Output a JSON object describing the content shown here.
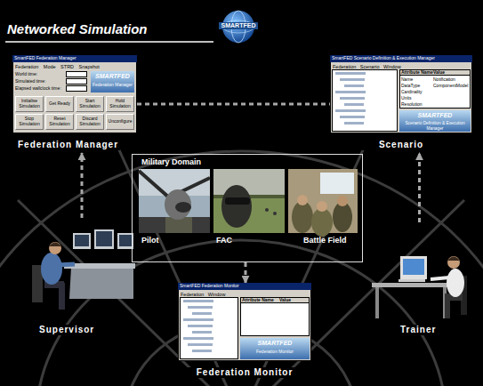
{
  "diagram": {
    "title": "Networked Simulation",
    "nodes": [
      {
        "text": [
          "Federation Manager",
          "SmartFED Federation Manager",
          "Federation Mode STRD Snapshot",
          "World time:",
          "Simulated time:",
          "Elapsed wallclock time:",
          "Initialise Simulation",
          "Get Ready",
          "Start Simulation",
          "Hold Simulation",
          "Stop Simulation",
          "Reset Simulation",
          "Discard Simulation",
          "Unconfigure",
          "SMARTFED",
          "Federation Manager"
        ]
      },
      {
        "text": [
          "Scenario",
          "SmartFED Scenario Definition & Execution Manager",
          "Federation Scenario Window",
          "Attribute Name",
          "Value",
          "Name",
          "Notification",
          "DataType",
          "ComponentModel",
          "Cardinality",
          "Units",
          "Resolution",
          "SMARTFED",
          "Scenario Definition & Execution Manager"
        ]
      },
      {
        "text": [
          "Military Domain"
        ]
      },
      {
        "text": [
          "Pilot"
        ],
        "in": 2
      },
      {
        "text": [
          "FAC"
        ],
        "in": 2
      },
      {
        "text": [
          "Battle Field"
        ],
        "in": 2
      },
      {
        "text": [
          "Supervisor"
        ]
      },
      {
        "text": [
          "Trainer"
        ]
      },
      {
        "text": [
          "Federation Monitor",
          "SmartFED Federation Monitor",
          "Federation Window",
          "Attribute Name",
          "Value",
          "SMARTFED",
          "Federation Monitor"
        ]
      }
    ],
    "edges": [
      {
        "from": 0,
        "to": 1,
        "arrow": "none"
      },
      {
        "from": 6,
        "to": 0,
        "arrow": "to"
      },
      {
        "from": 7,
        "to": 1,
        "arrow": "to"
      },
      {
        "from": 2,
        "to": 8,
        "arrow": "to"
      }
    ],
    "labels": [
      "SMARTFED"
    ]
  }
}
